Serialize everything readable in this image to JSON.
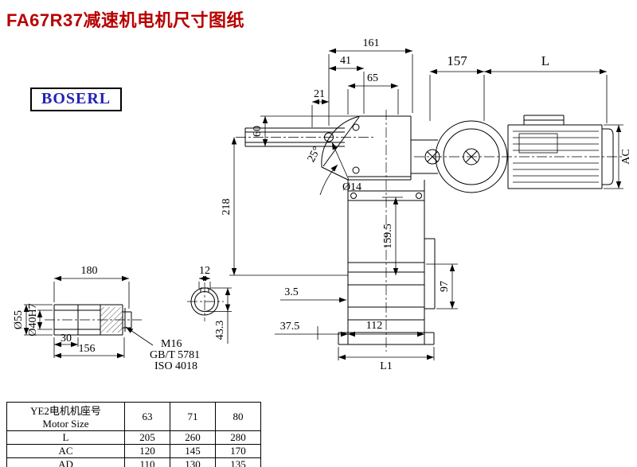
{
  "title": "FA67R37减速机电机尺寸图纸",
  "brand": "BOSERL",
  "colors": {
    "title_red": "#b80000",
    "brand_blue": "#2323b4"
  },
  "drawing": {
    "dims": {
      "w161": "161",
      "w41": "41",
      "w65": "65",
      "w21": "21",
      "h60": "60",
      "h218": "218",
      "dia14": "Ø14",
      "angle25": "25°",
      "w157": "157",
      "L": "L",
      "AC": "AC",
      "h159_5": "159.5",
      "h97": "97",
      "t3_5": "3.5",
      "w37_5": "37.5",
      "w112": "112",
      "L1": "L1"
    },
    "shaft": {
      "w180": "180",
      "w12": "12",
      "dia55": "Ø55",
      "dia40": "Ø40H7",
      "w30": "30",
      "w156": "156",
      "h43_3": "43.3",
      "note_m16": "M16",
      "note_gbt": "GB/T 5781",
      "note_iso": "ISO 4018"
    }
  },
  "table": {
    "header_cn": "YE2电机机座号",
    "header_en": "Motor Size",
    "sizes": [
      "63",
      "71",
      "80"
    ],
    "rows": [
      {
        "label": "L",
        "values": [
          "205",
          "260",
          "280"
        ]
      },
      {
        "label": "AC",
        "values": [
          "120",
          "145",
          "170"
        ]
      },
      {
        "label": "AD",
        "values": [
          "110",
          "130",
          "135"
        ]
      }
    ]
  }
}
